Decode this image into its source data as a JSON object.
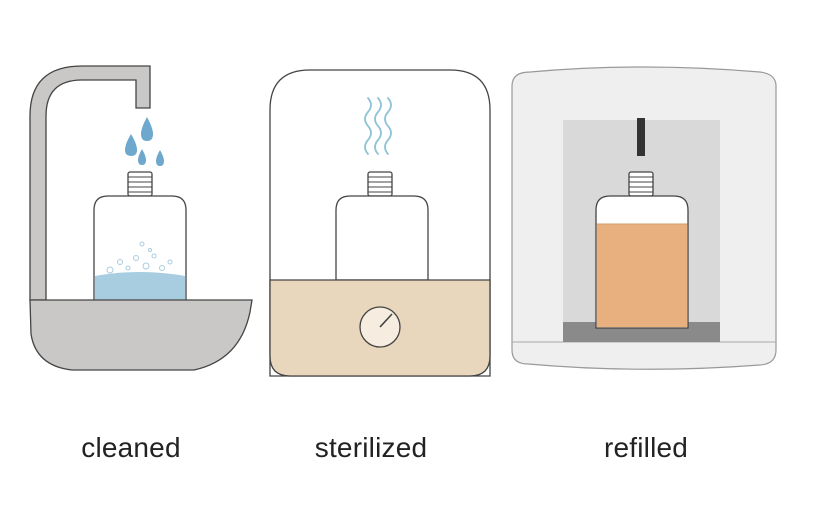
{
  "steps": [
    {
      "label": "cleaned"
    },
    {
      "label": "sterilized"
    },
    {
      "label": "refilled"
    }
  ],
  "colors": {
    "outline": "#444444",
    "basin": "#c9c8c6",
    "water": "#a8cde0",
    "droplet": "#6ea8cc",
    "steam": "#8fc3d6",
    "sterilizer_base": "#e8d7bd",
    "machine_body": "#efefef",
    "machine_interior": "#d9d9d9",
    "machine_floor": "#8a8a8a",
    "liquid": "#e8b07f",
    "nozzle": "#333333"
  },
  "icons": [
    "faucet-icon",
    "water-drop-icon",
    "steam-icon",
    "dial-icon",
    "bottle-icon",
    "filling-nozzle-icon"
  ]
}
